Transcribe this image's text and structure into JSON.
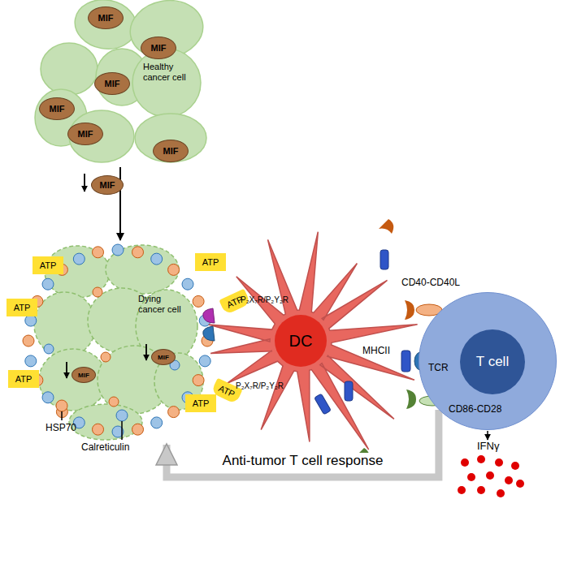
{
  "diagram": {
    "nodes": [
      {
        "text": [
          "Healthy cancer cell"
        ]
      },
      {
        "text": [
          "MIF"
        ],
        "in": 0
      },
      {
        "text": [
          "MIF"
        ],
        "in": 0
      },
      {
        "text": [
          "MIF"
        ],
        "in": 0
      },
      {
        "text": [
          "MIF"
        ],
        "in": 0
      },
      {
        "text": [
          "MIF"
        ],
        "in": 0
      },
      {
        "text": [
          "MIF"
        ],
        "in": 0
      },
      {
        "text": [
          "MIF"
        ]
      },
      {
        "text": [
          "Dying cancer cell"
        ]
      },
      {
        "text": [
          "MIF"
        ],
        "in": 8
      },
      {
        "text": [
          "MIF"
        ],
        "in": 8
      },
      {
        "text": [
          "ATP"
        ]
      },
      {
        "text": [
          "ATP"
        ]
      },
      {
        "text": [
          "ATP"
        ]
      },
      {
        "text": [
          "ATP"
        ]
      },
      {
        "text": [
          "ATP"
        ]
      },
      {
        "text": [
          "ATP"
        ]
      },
      {
        "text": [
          "ATP"
        ]
      },
      {
        "text": [
          "DC"
        ]
      },
      {
        "text": [
          "T cell"
        ]
      }
    ],
    "edges": [
      {
        "from": 0,
        "to": 8,
        "arrow": "to"
      },
      {
        "from": 19,
        "to": 8,
        "label": "Anti-tumor T cell response",
        "arrow": "to"
      }
    ],
    "labels": [
      "HSP70",
      "Calreticulin",
      "P₂X₇R/P₂Y₂R",
      "P₂X₇R/P₂Y₂R",
      "CD40-CD40L",
      "MHCII",
      "TCR",
      "CD86-CD28",
      "IFNγ"
    ]
  }
}
